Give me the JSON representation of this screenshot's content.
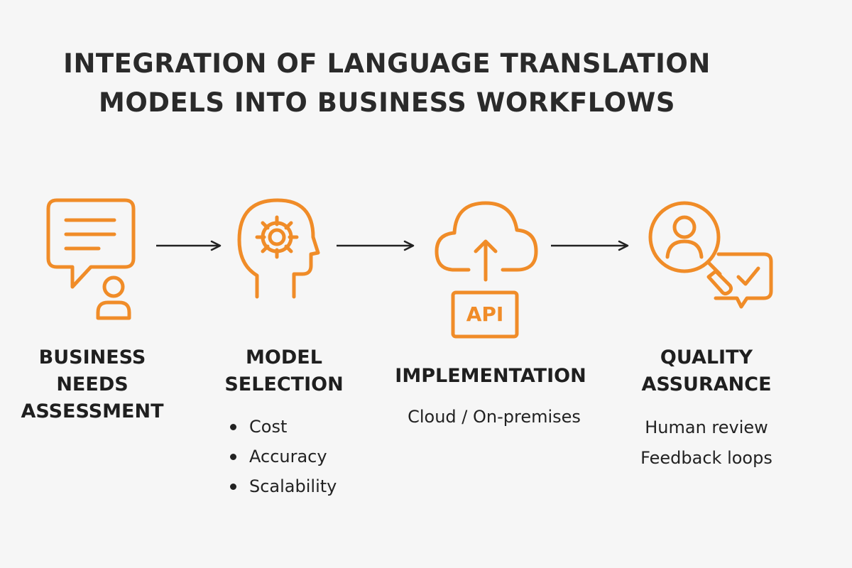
{
  "title": {
    "line1": "INTEGRATION OF LANGUAGE TRANSLATION",
    "line2": "MODELS INTO BUSINESS WORKFLOWS"
  },
  "colors": {
    "accent": "#f08c28",
    "text": "#222222",
    "background": "#f6f6f6"
  },
  "steps": [
    {
      "icon": "chat-bubble-user-icon",
      "label_lines": [
        "BUSINESS",
        "NEEDS",
        "ASSESSMENT"
      ],
      "details": []
    },
    {
      "icon": "head-gear-icon",
      "label_lines": [
        "MODEL",
        "SELECTION"
      ],
      "bullets": [
        "Cost",
        "Accuracy",
        "Scalability"
      ]
    },
    {
      "icon": "cloud-upload-api-icon",
      "icon_text": "API",
      "label_lines": [
        "IMPLEMENTATION"
      ],
      "details": [
        "Cloud / On-premises"
      ]
    },
    {
      "icon": "magnifier-user-check-icon",
      "label_lines": [
        "QUALITY",
        "ASSURANCE"
      ],
      "details": [
        "Human review",
        "Feedback loops"
      ]
    }
  ]
}
